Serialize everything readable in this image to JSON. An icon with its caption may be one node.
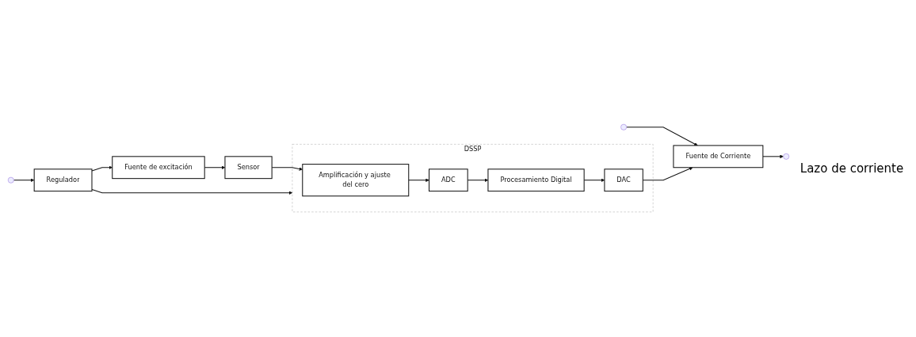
{
  "diagram": {
    "nodes": [
      {
        "text": [
          "Regulador"
        ]
      },
      {
        "text": [
          "DSSP"
        ]
      },
      {
        "text": [
          "Fuente de excitación"
        ]
      },
      {
        "text": [
          "Sensor"
        ]
      },
      {
        "text": [
          "Amplificación y ajuste del cero"
        ],
        "in": 1
      },
      {
        "text": [
          "ADC"
        ],
        "in": 1
      },
      {
        "text": [
          "Procesamiento Digital"
        ],
        "in": 1
      },
      {
        "text": [
          "DAC"
        ],
        "in": 1
      },
      {
        "text": [
          "Fuente de Corriente"
        ]
      }
    ],
    "edges": [
      {
        "from": null,
        "to": 0,
        "arrow": "to"
      },
      {
        "from": null,
        "to": 8,
        "arrow": "to"
      },
      {
        "from": 0,
        "to": 2,
        "arrow": "to"
      },
      {
        "from": 0,
        "to": 1,
        "arrow": "to"
      },
      {
        "from": 2,
        "to": 3,
        "arrow": "to"
      },
      {
        "from": 3,
        "to": 4,
        "arrow": "to"
      },
      {
        "from": 4,
        "to": 5,
        "arrow": "to"
      },
      {
        "from": 5,
        "to": 6,
        "arrow": "to"
      },
      {
        "from": 6,
        "to": 7,
        "arrow": "to"
      },
      {
        "from": 7,
        "to": 8,
        "arrow": "to"
      },
      {
        "from": 8,
        "to": null,
        "arrow": "to"
      }
    ],
    "labels": [
      "Lazo de corriente"
    ]
  }
}
